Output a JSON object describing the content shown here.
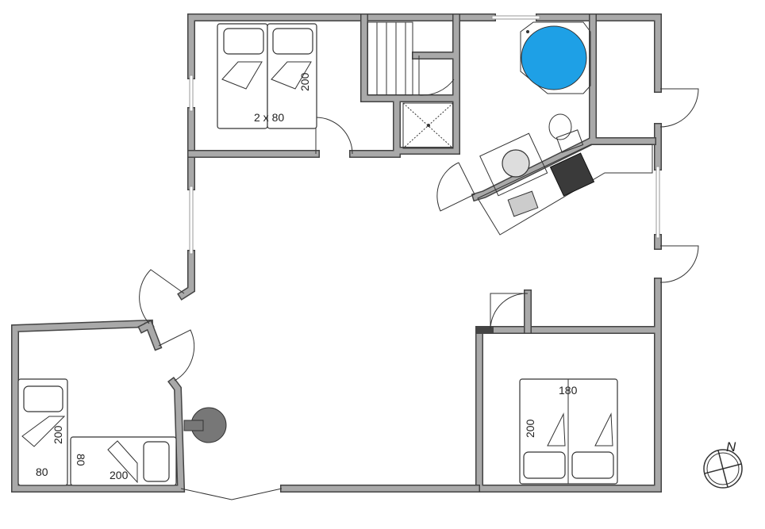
{
  "labels": {
    "top_bedroom_beds": "2 x 80",
    "top_bedroom_length": "200",
    "right_bedroom_width": "180",
    "right_bedroom_length": "200",
    "left_bed1_length": "200",
    "left_bed1_width": "80",
    "left_bed2_width": "80",
    "left_bed2_length": "200"
  },
  "compass": {
    "north_label": "N"
  },
  "colors": {
    "wall": "#a9a9a9",
    "hot_tub": "#1ea0e6",
    "stove": "#3a3a3a"
  }
}
